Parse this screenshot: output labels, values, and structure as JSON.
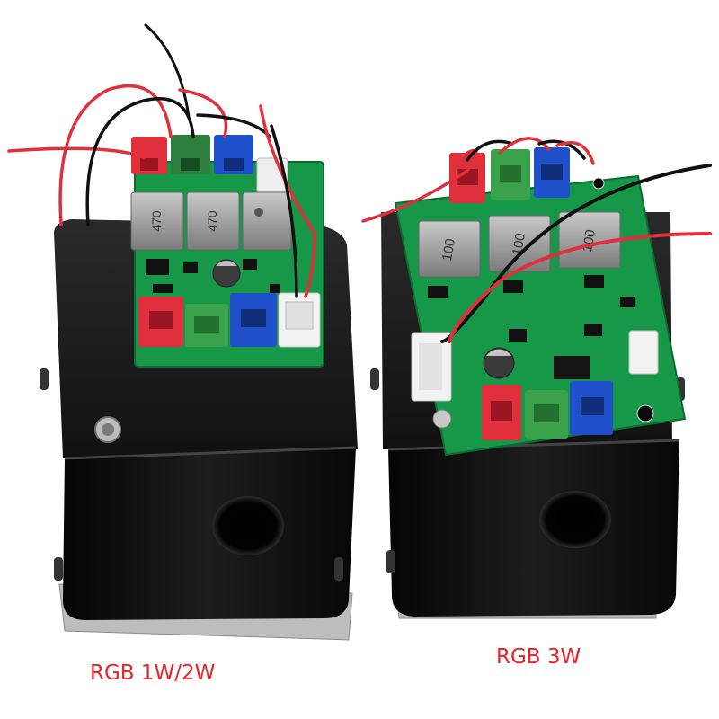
{
  "photo": {
    "captions": {
      "left": "RGB 1W/2W",
      "right": "RGB 3W"
    },
    "caption_color": "#e8242a",
    "board_labels": {
      "left_inductor": "470",
      "right_inductor": "100"
    },
    "colors": {
      "housing": "#141414",
      "pcb": "#169848",
      "connector_red": "#e0303c",
      "connector_green": "#3aa24a",
      "connector_blue": "#1f4fc9",
      "connector_white": "#eeeeee",
      "inductor": "#9a9a9a",
      "base_plate": "#b9b9b9"
    }
  }
}
